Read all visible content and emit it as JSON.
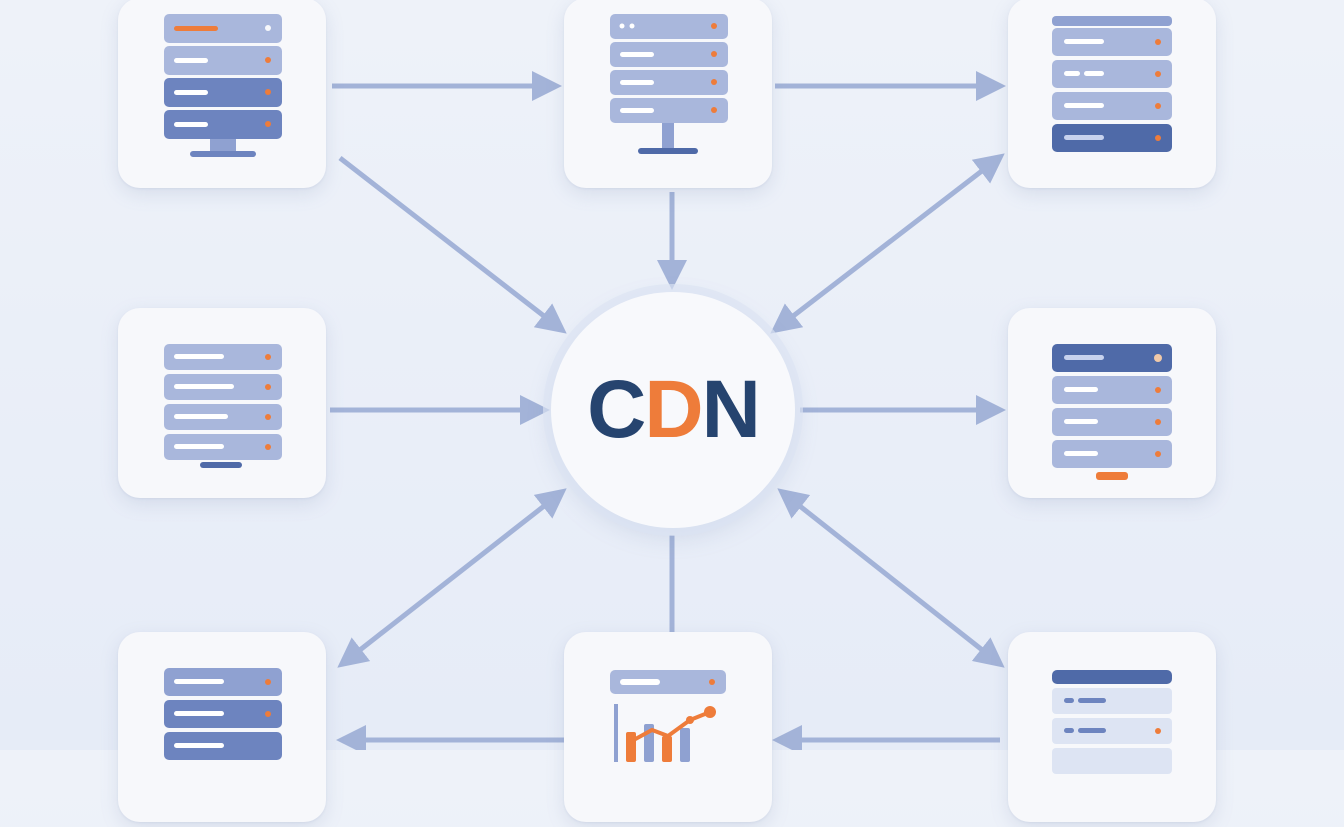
{
  "hub": {
    "label_c": "C",
    "label_d": "D",
    "label_n": "N"
  },
  "colors": {
    "card": "#f7f8fb",
    "slab_light": "#a9b7dc",
    "slab_mid": "#8fa1d1",
    "slab_dark": "#4f6aa8",
    "accent": "#ee7c3a",
    "arrow": "#a3b3d8",
    "text_dark": "#26446f"
  },
  "nodes": [
    {
      "id": "top-left",
      "icon": "server-rack-monitor-icon"
    },
    {
      "id": "top-center",
      "icon": "server-rack-monitor-icon"
    },
    {
      "id": "top-right",
      "icon": "server-rack-icon"
    },
    {
      "id": "middle-left",
      "icon": "server-rack-icon"
    },
    {
      "id": "middle-right",
      "icon": "server-rack-icon"
    },
    {
      "id": "bottom-left",
      "icon": "server-rack-icon"
    },
    {
      "id": "bottom-center",
      "icon": "analytics-chart-icon"
    },
    {
      "id": "bottom-right",
      "icon": "database-panel-icon"
    }
  ]
}
